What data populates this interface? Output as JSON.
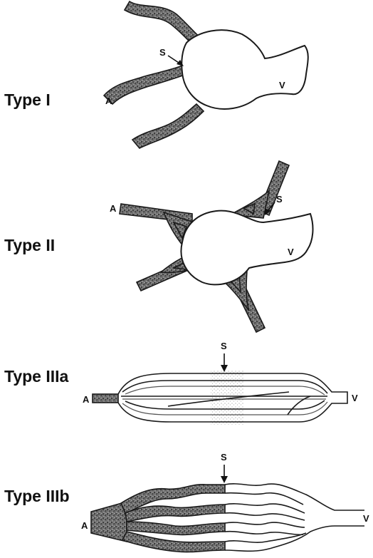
{
  "panels": [
    {
      "title": "Type I",
      "labels": {
        "artery": "A",
        "shunt": "S",
        "vein": "V"
      }
    },
    {
      "title": "Type II",
      "labels": {
        "artery": "A",
        "shunt": "S",
        "vein": "V"
      }
    },
    {
      "title": "Type IIIa",
      "labels": {
        "artery": "A",
        "shunt": "S",
        "vein": "V"
      }
    },
    {
      "title": "Type IIIb",
      "labels": {
        "artery": "A",
        "shunt": "S",
        "vein": "V"
      }
    }
  ]
}
